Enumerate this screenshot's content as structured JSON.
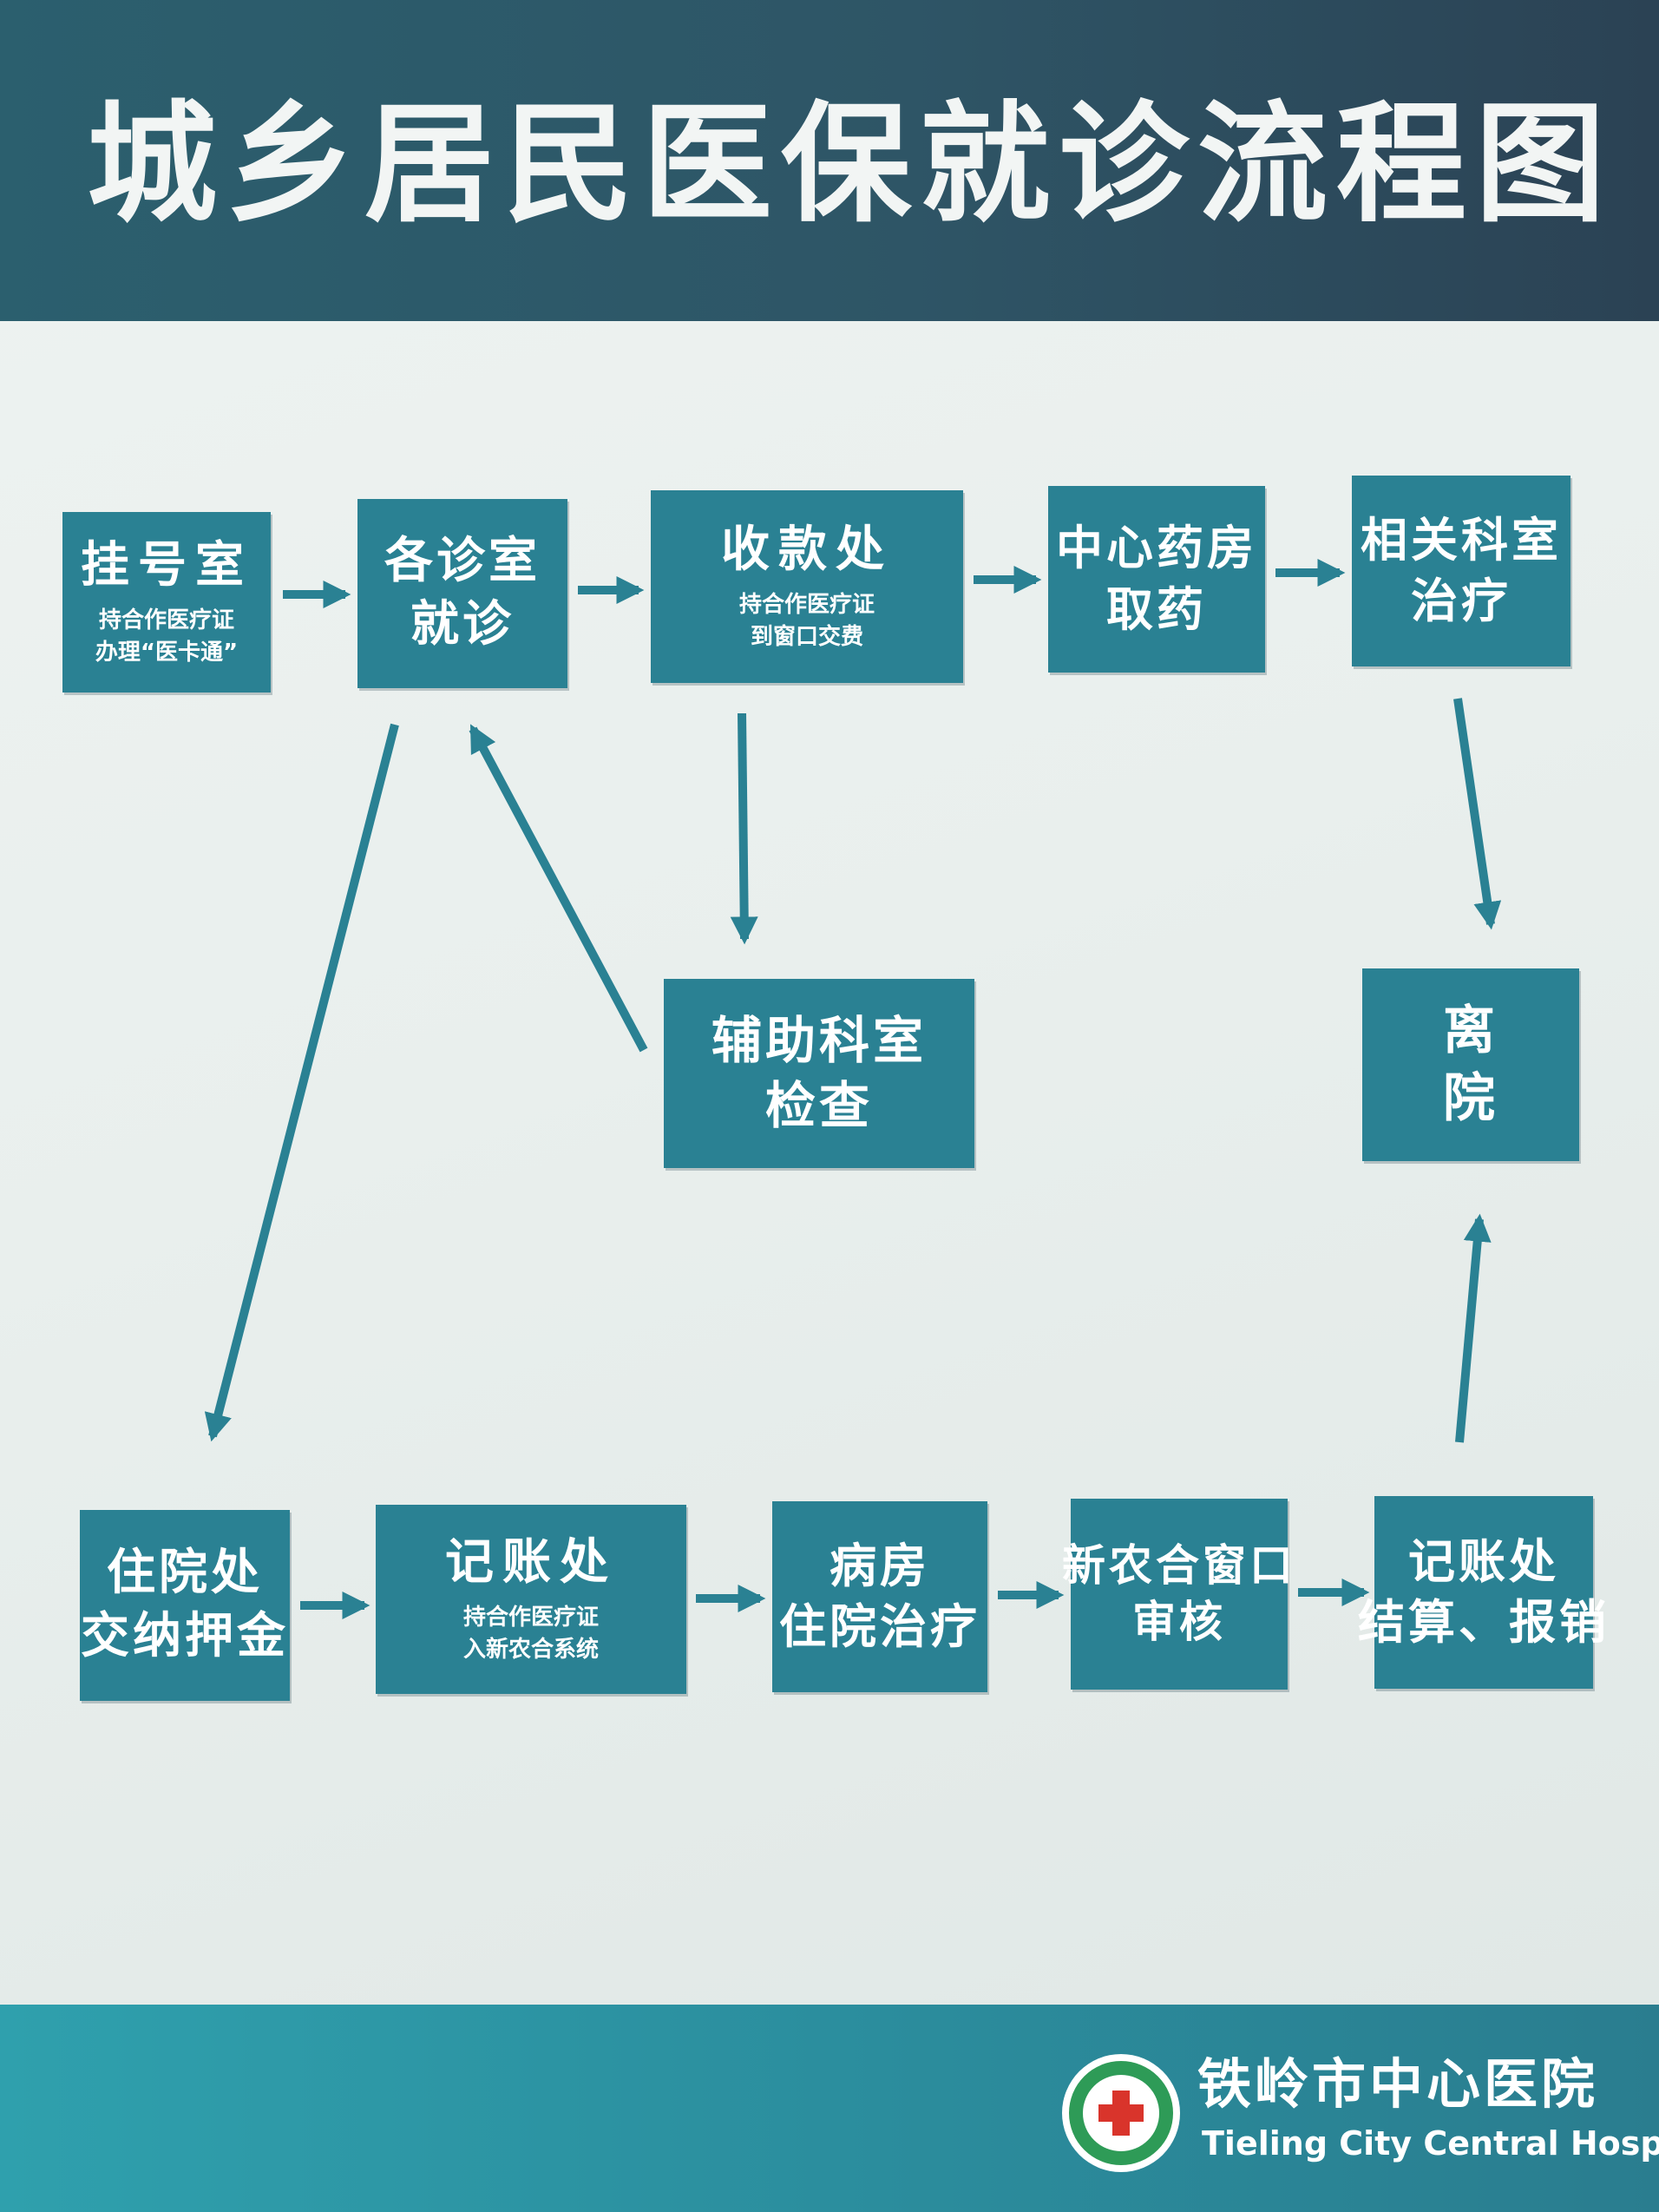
{
  "title": "城乡居民医保就诊流程图",
  "colors": {
    "box": "#2a8193",
    "header": "#2e5566",
    "footer": "#2b8e9e",
    "arrow": "#2a8193"
  },
  "nodes": {
    "registration": {
      "main": [
        "挂号室"
      ],
      "note": [
        "持合作医疗证",
        "办理“医卡通”"
      ]
    },
    "clinic": {
      "main": [
        "各诊室",
        "就诊"
      ],
      "note": []
    },
    "cashier": {
      "main": [
        "收款处"
      ],
      "note": [
        "持合作医疗证",
        "到窗口交费"
      ]
    },
    "pharmacy": {
      "main": [
        "中心药房",
        "取药"
      ],
      "note": []
    },
    "dept_treatment": {
      "main": [
        "相关科室",
        "治疗"
      ],
      "note": []
    },
    "aux_exam": {
      "main": [
        "辅助科室",
        "检查"
      ],
      "note": []
    },
    "discharge": {
      "main": [
        "离",
        "院"
      ],
      "note": []
    },
    "admission": {
      "main": [
        "住院处",
        "交纳押金"
      ],
      "note": []
    },
    "accounting_1": {
      "main": [
        "记账处"
      ],
      "note": [
        "持合作医疗证",
        "入新农合系统"
      ]
    },
    "ward": {
      "main": [
        "病房",
        "住院治疗"
      ],
      "note": []
    },
    "ncms_review": {
      "main": [
        "新农合窗口",
        "审核"
      ],
      "note": []
    },
    "accounting_2": {
      "main": [
        "记账处",
        "结算、报销"
      ],
      "note": []
    }
  },
  "edges": [
    [
      "registration",
      "clinic"
    ],
    [
      "clinic",
      "cashier"
    ],
    [
      "cashier",
      "pharmacy"
    ],
    [
      "pharmacy",
      "dept_treatment"
    ],
    [
      "cashier",
      "aux_exam"
    ],
    [
      "aux_exam",
      "clinic"
    ],
    [
      "clinic",
      "admission"
    ],
    [
      "dept_treatment",
      "discharge"
    ],
    [
      "admission",
      "accounting_1"
    ],
    [
      "accounting_1",
      "ward"
    ],
    [
      "ward",
      "ncms_review"
    ],
    [
      "ncms_review",
      "accounting_2"
    ],
    [
      "accounting_2",
      "discharge"
    ]
  ],
  "footer": {
    "hospital_cn": "铁岭市中心医院",
    "hospital_en": "Tieling City Central Hospital"
  },
  "logo_icon": "red-cross-hospital-emblem"
}
